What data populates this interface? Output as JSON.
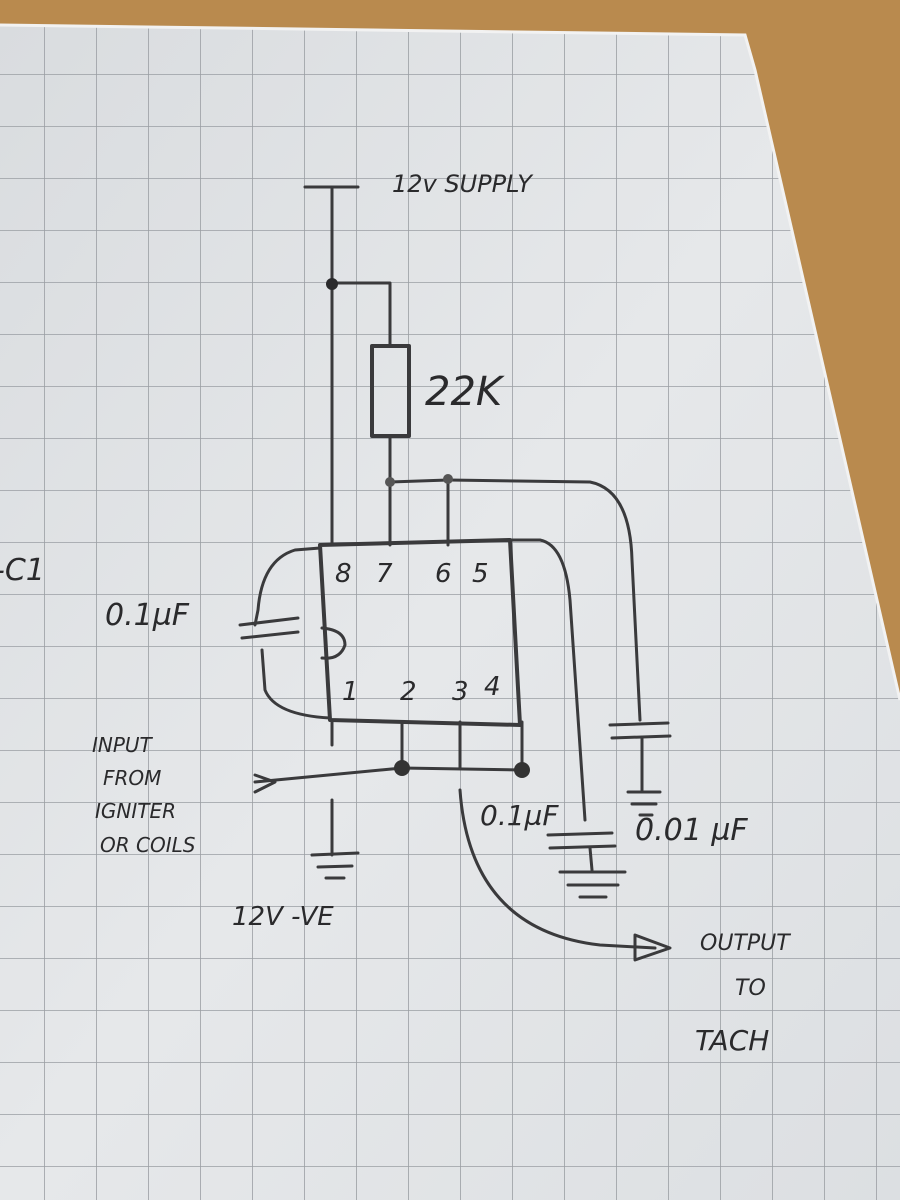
{
  "diagram": {
    "title": "Tachometer signal conditioner (555-style 8-pin IC) hand sketch",
    "labels": {
      "supply": "12v SUPPLY",
      "resistor": "22K",
      "cap_timing": "0.1µF",
      "cap_output": "0.1µF",
      "cap_control": "0.01 µF",
      "ground": "12V -VE",
      "input_line1": "INPUT",
      "input_line2": "FROM",
      "input_line3": "IGNITER",
      "input_line4": "OR COILS",
      "output_line1": "OUTPUT",
      "output_line2": "TO",
      "output_line3": "TACH",
      "edge_fragment": "-C1"
    },
    "ic_pins_top": [
      "8",
      "7",
      "6",
      "5"
    ],
    "ic_pins_bottom": [
      "1",
      "2",
      "3",
      "4"
    ],
    "colors": {
      "paper": "#e4e6e8",
      "grid": "#9a9ea3",
      "wood": "#b98a4e",
      "ink": "#2a2a2c"
    }
  }
}
